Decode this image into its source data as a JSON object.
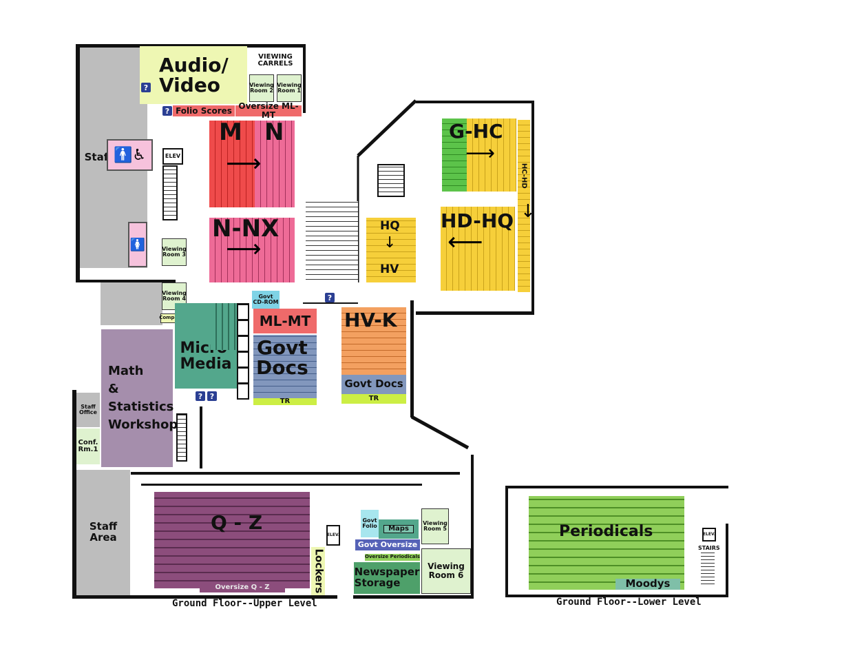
{
  "upper": {
    "audio_video": "Audio/\nVideo",
    "viewing_carrels": "VIEWING\nCARRELS",
    "viewing_room_2": "Viewing\nRoom 2",
    "viewing_room_1": "Viewing\nRoom 1",
    "folio_scores": "Folio Scores",
    "oversize_ml_mt": "Oversize ML-MT",
    "m": "M",
    "n": "N",
    "n_nx": "N-NX",
    "elev": "ELEV",
    "staff_area": "Staff Area",
    "viewing_room_3": "Viewing\nRoom 3",
    "viewing_room_4": "Viewing\nRoom 4",
    "composing": "Composing",
    "g_hc": "G-HC",
    "hc_hd": "HC-HD",
    "hd_hq": "HD-HQ",
    "hq": "HQ",
    "hv": "HV",
    "govt_cd_rom": "Govt\nCD-ROM",
    "ml_mt": "ML-MT",
    "govt_docs": "Govt\nDocs",
    "tr": "TR",
    "hv_k": "HV-K",
    "govt_docs_small": "Govt Docs",
    "micro_media": "Micro\nMedia",
    "math_stats": "Math\n&\nStatistics\nWorkshop",
    "staff_office": "Staff\nOffice",
    "conf_rm": "Conf.\nRm.1",
    "staff_area_2": "Staff\nArea",
    "q_z": "Q - Z",
    "oversize_q_z": "Oversize Q - Z",
    "lockers": "Lockers",
    "elev_small": "ELEV.",
    "govt_folio": "Govt\nFolio",
    "maps": "Maps",
    "govt_oversize": "Govt Oversize",
    "oversize_periodicals": "Oversize Periodicals",
    "newspaper_storage": "Newspaper\nStorage",
    "viewing_room_5": "Viewing\nRoom 5",
    "viewing_room_6": "Viewing\nRoom 6",
    "caption": "Ground Floor--Upper Level",
    "help": "?"
  },
  "lower": {
    "periodicals": "Periodicals",
    "moodys": "Moodys",
    "elev": "ELEV.",
    "stairs": "STAIRS",
    "caption": "Ground Floor--Lower Level"
  },
  "colors": {
    "audio_video": "#eef7b3",
    "viewing": "#dff2cf",
    "m": "#ef4b4b",
    "n": "#ee6b97",
    "g": "#5cc34a",
    "yellow": "#f6cf3a",
    "govt_docs": "#8297bd",
    "ml_mt": "#ef6a6a",
    "hv_k": "#f3a060",
    "micro": "#53a78c",
    "math": "#a58eac",
    "gray": "#bdbdbd",
    "qz": "#8c4d7c",
    "periodicals": "#90cf5a",
    "tr": "#ccee44",
    "news": "#4ea06a",
    "govt_over": "#5562b7"
  }
}
